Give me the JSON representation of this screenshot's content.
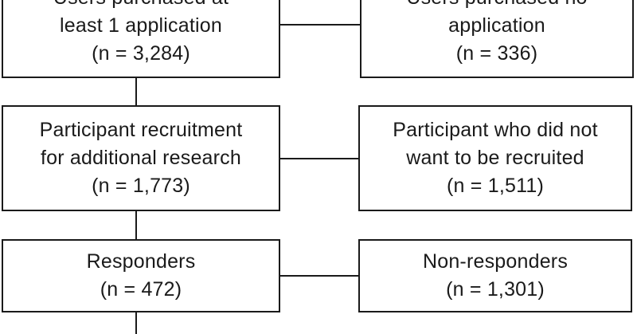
{
  "boxes": {
    "purchased": {
      "line1": "Users purchased at",
      "line2": "least 1 application",
      "count": "(n = 3,284)"
    },
    "no_purchase": {
      "line1": "Users purchased no",
      "line2": "application",
      "count": "(n = 336)"
    },
    "recruitment": {
      "line1": "Participant recruitment",
      "line2": "for additional research",
      "count": "(n = 1,773)"
    },
    "not_recruited": {
      "line1": "Participant who did not",
      "line2": "want to be recruited",
      "count": "(n = 1,511)"
    },
    "responders": {
      "line1": "Responders",
      "count": "(n = 472)"
    },
    "non_responders": {
      "line1": "Non-responders",
      "count": "(n = 1,301)"
    }
  },
  "colors": {
    "stroke": "#1a1a1a",
    "background": "#ffffff"
  }
}
